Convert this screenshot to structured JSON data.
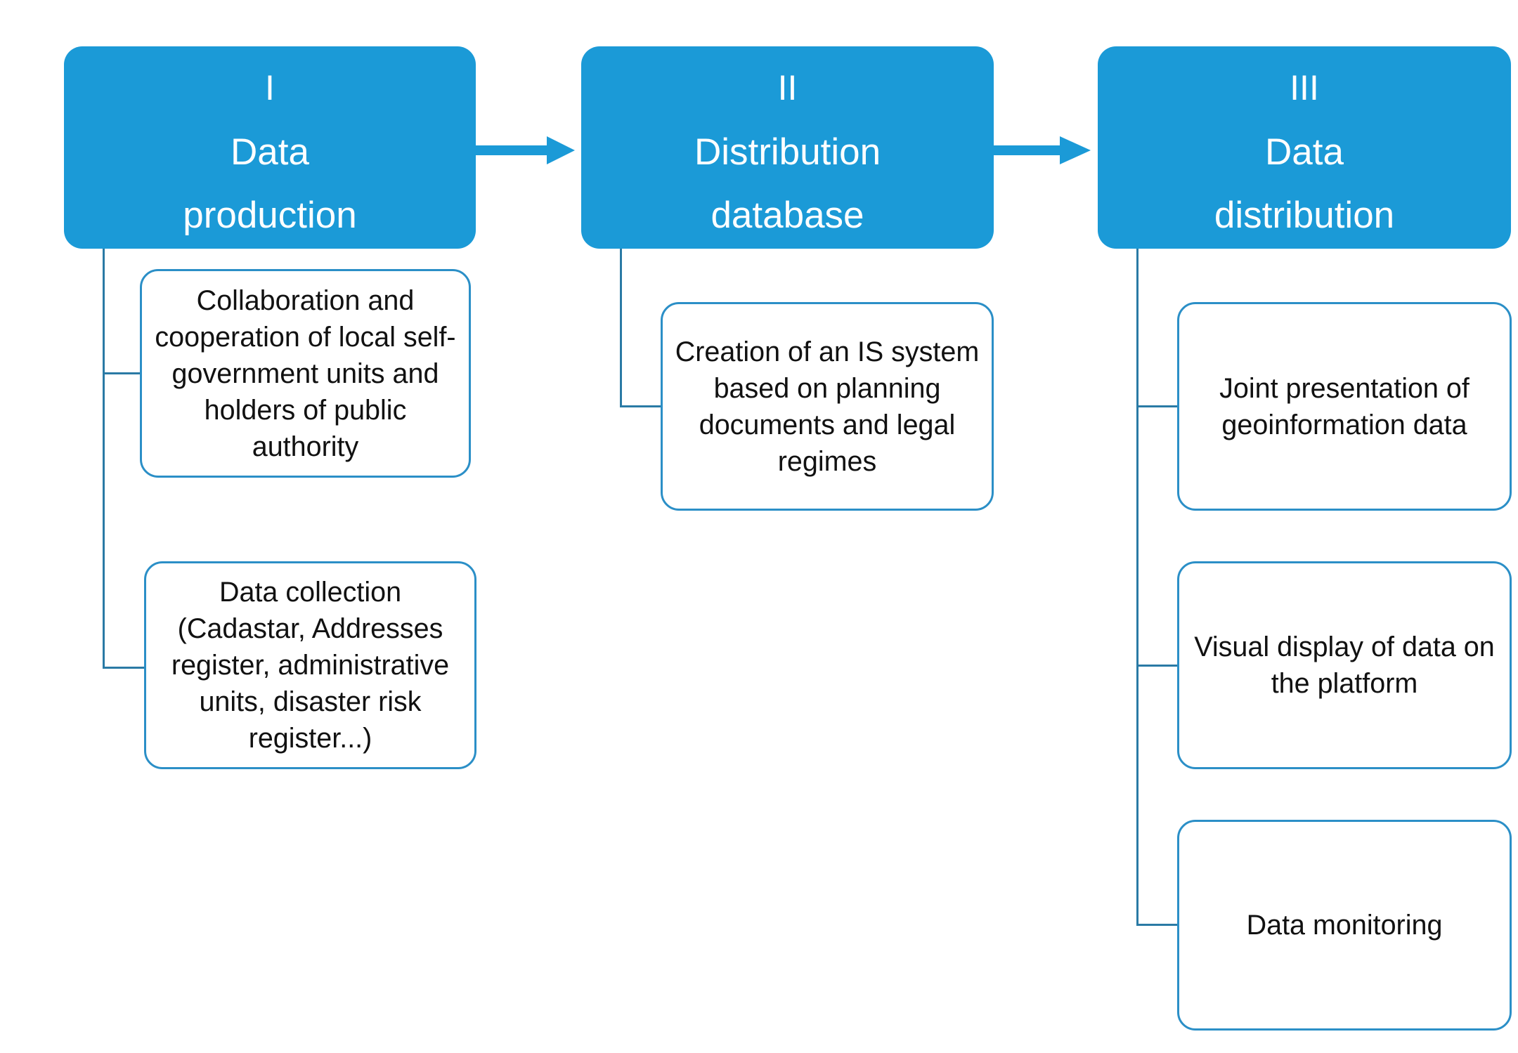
{
  "stages": [
    {
      "numeral": "I",
      "line1": "Data",
      "line2": "production"
    },
    {
      "numeral": "II",
      "line1": "Distribution",
      "line2": "database"
    },
    {
      "numeral": "III",
      "line1": "Data",
      "line2": "distribution"
    }
  ],
  "items": [
    "Collaboration and cooperation of local self-government units and holders of public authority",
    "Data collection (Cadastar, Addresses register, administrative units, disaster risk register...)",
    "Creation of an IS system based on planning documents and legal regimes",
    "Joint presentation of geoinformation data",
    "Visual display of data on the platform",
    "Data monitoring"
  ],
  "colors": {
    "stage_fill": "#1b9ad7",
    "box_border": "#2b8fc7",
    "connector": "#2a7aa5"
  }
}
